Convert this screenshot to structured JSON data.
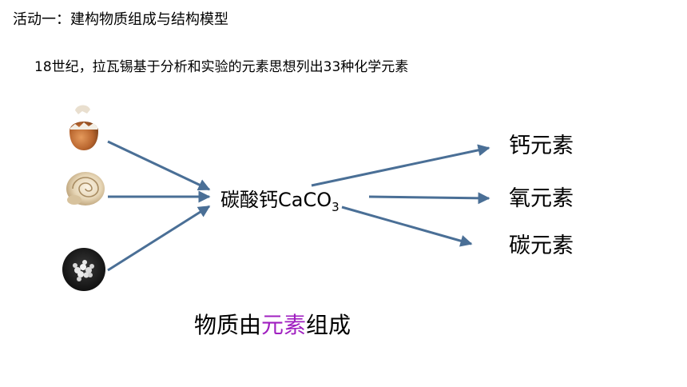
{
  "header": {
    "title": "活动一：建构物质组成与结构模型"
  },
  "intro": {
    "text": "18世纪，拉瓦锡基于分析和实验的元素思想列出33种化学元素"
  },
  "sources": [
    {
      "icon": "eggshell-icon"
    },
    {
      "icon": "seashell-icon"
    },
    {
      "icon": "limestone-bowl-icon"
    }
  ],
  "compound": {
    "name": "碳酸钙",
    "formula_main": "CaCO",
    "formula_sub": "3"
  },
  "elements": [
    {
      "label": "钙元素"
    },
    {
      "label": "氧元素"
    },
    {
      "label": "碳元素"
    }
  ],
  "conclusion": {
    "pre": "物质由",
    "highlight": "元素",
    "post": "组成"
  },
  "colors": {
    "arrow": "#4a6f96",
    "highlight": "#a020c0"
  }
}
